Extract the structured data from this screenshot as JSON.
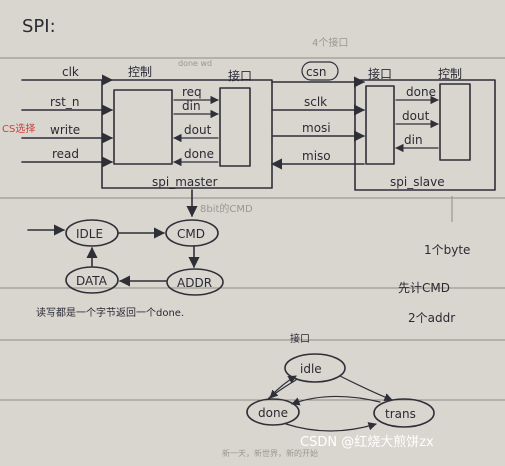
{
  "title": "SPI:",
  "master": {
    "caption": "spi_master",
    "left_header": "控制",
    "right_header": "接口",
    "top_note": "done wd",
    "inputs": [
      "clk",
      "rst_n",
      "write",
      "read"
    ],
    "internal": [
      "req",
      "din",
      "dout",
      "done"
    ]
  },
  "bus": {
    "note": "4个接口",
    "signals": [
      "csn",
      "sclk",
      "mosi",
      "miso"
    ]
  },
  "slave": {
    "caption": "spi_slave",
    "left_header": "接口",
    "right_header": "控制",
    "internal": [
      "done",
      "dout",
      "din"
    ]
  },
  "red_note": "CS选择",
  "cmd_note": "8bit的CMD",
  "fsm": {
    "states": [
      "IDLE",
      "CMD",
      "ADDR",
      "DATA"
    ],
    "note": "读写都是一个字节返回一个done."
  },
  "right_notes": [
    "1个byte",
    "先计CMD",
    "2个addr"
  ],
  "fsm2": {
    "header": "接口",
    "states": [
      "idle",
      "done",
      "trans"
    ]
  },
  "bottom_text": "新一天，新世界，新的开始",
  "watermark": "CSDN @红烧大煎饼zx"
}
